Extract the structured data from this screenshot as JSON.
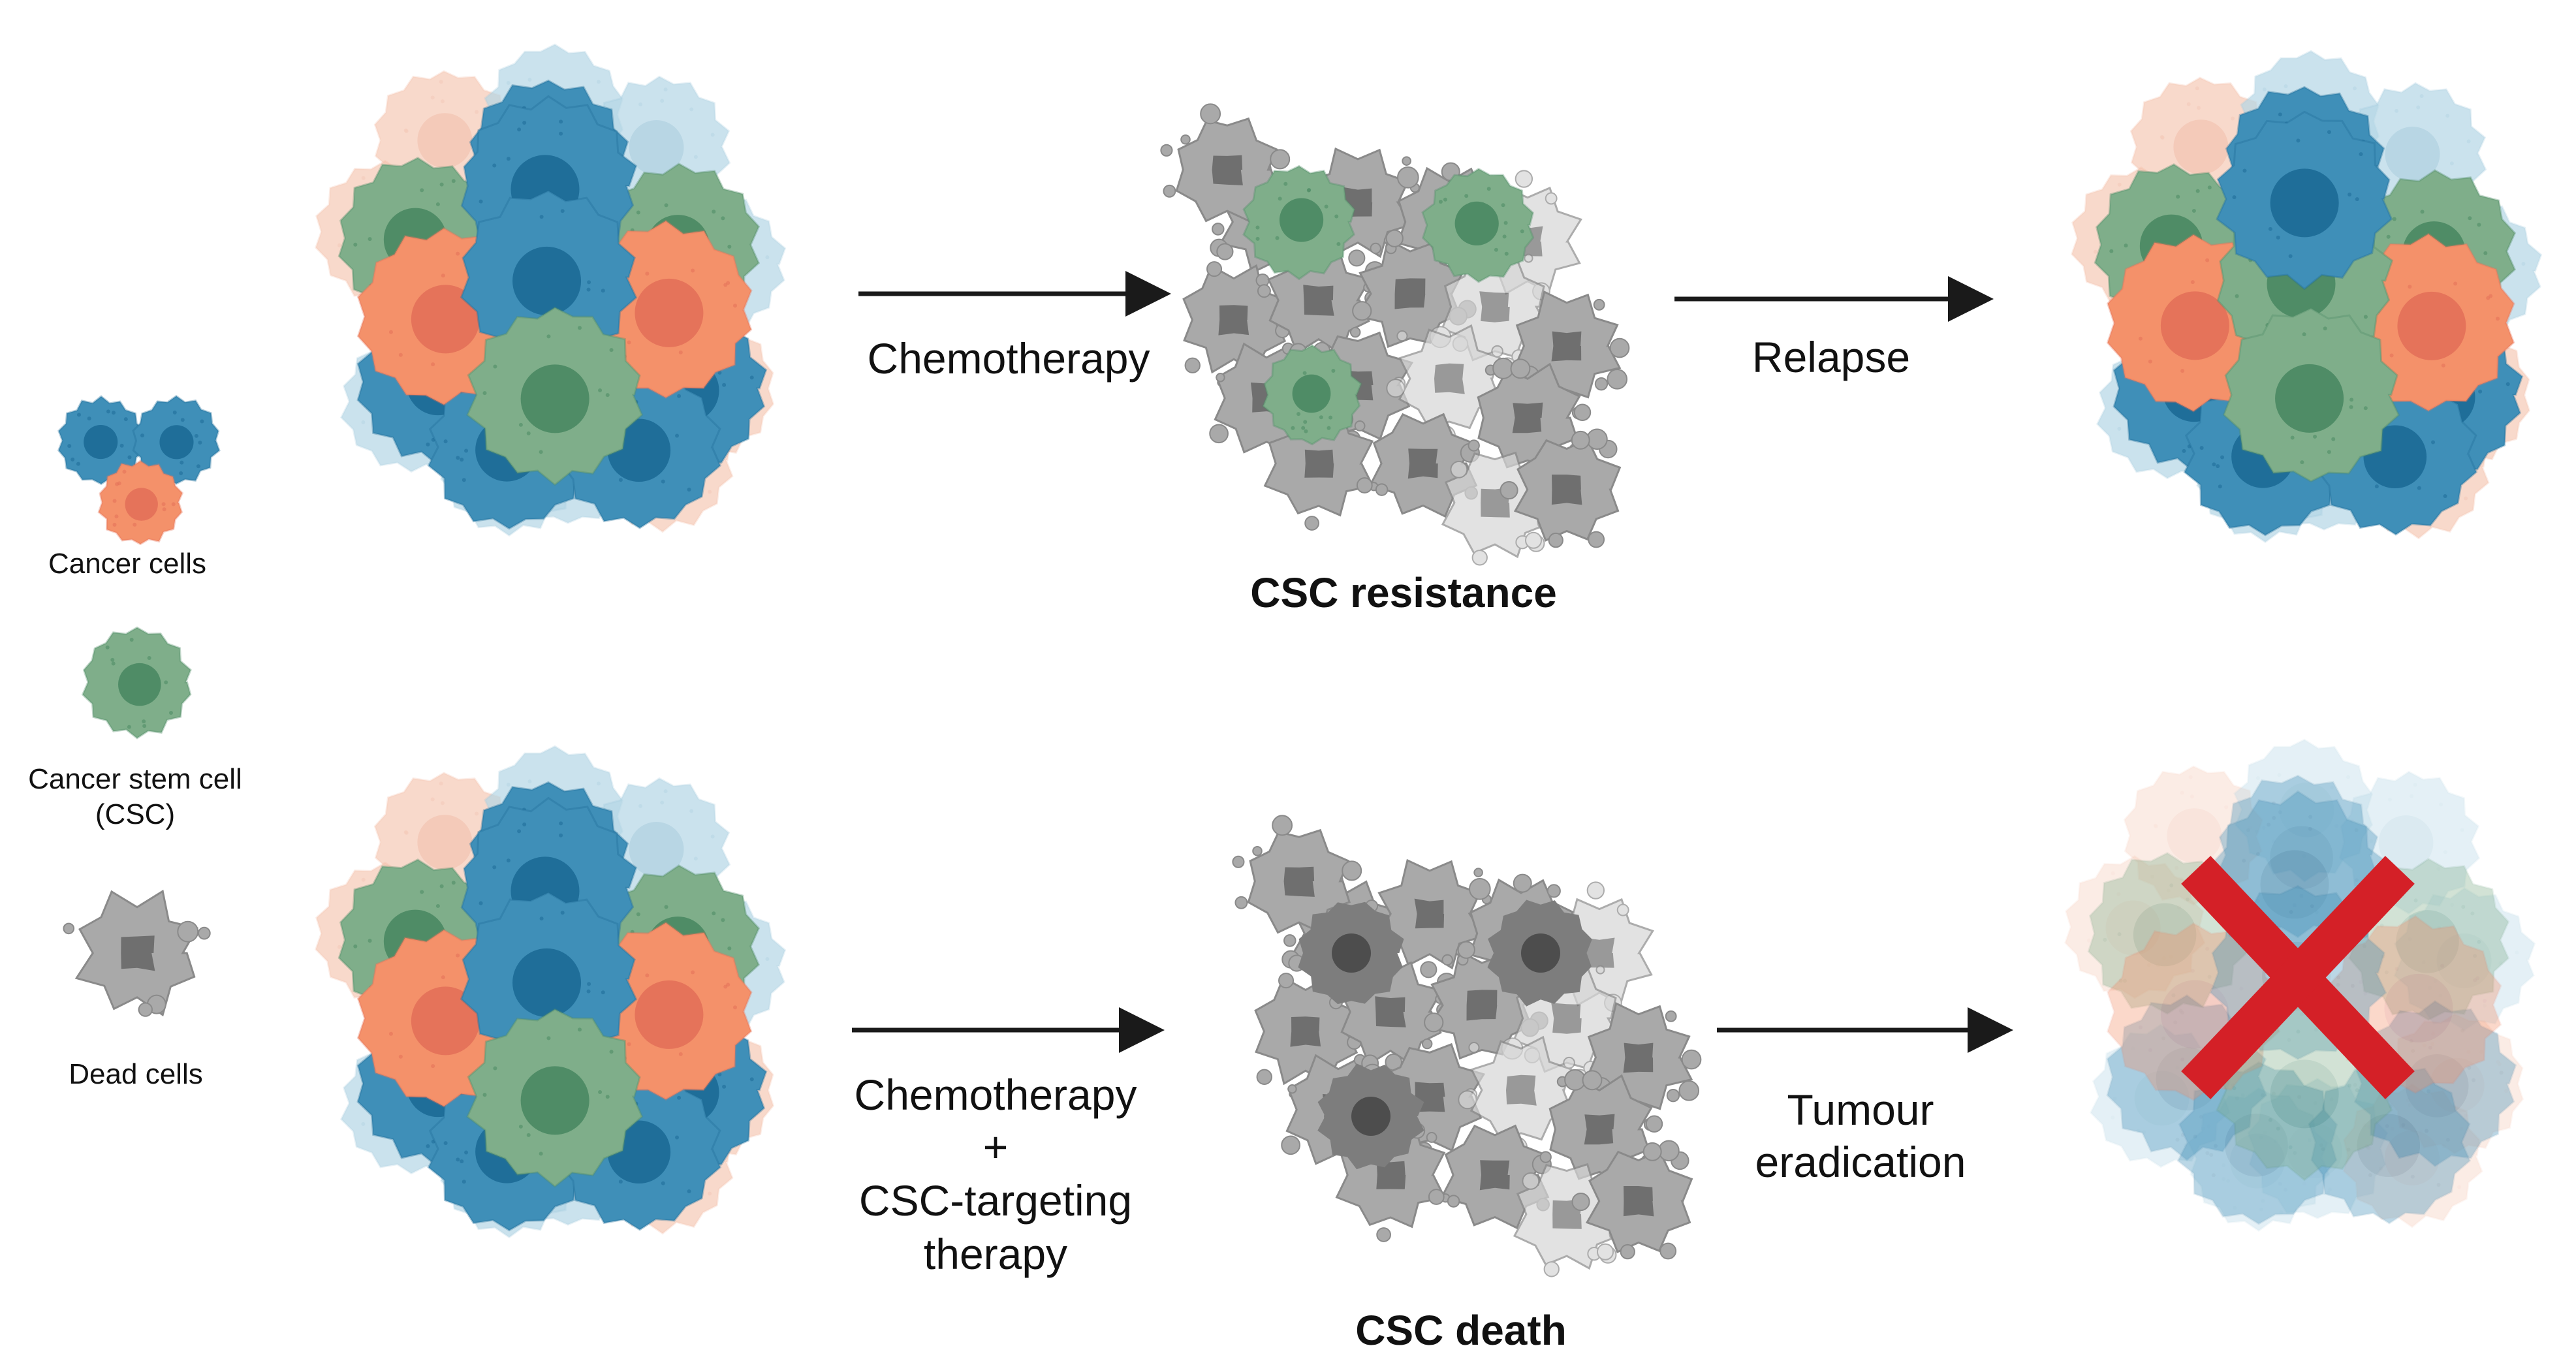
{
  "legend": {
    "cancer_cells": "Cancer cells",
    "csc_line1": "Cancer stem cell",
    "csc_line2": "(CSC)",
    "dead_cells": "Dead cells"
  },
  "top_row": {
    "arrow1_label": "Chemotherapy",
    "middle_caption": "CSC resistance",
    "arrow2_label": "Relapse"
  },
  "bottom_row": {
    "arrow1_line1": "Chemotherapy",
    "arrow1_line2": "+",
    "arrow1_line3": "CSC-targeting",
    "arrow1_line4": "therapy",
    "middle_caption": "CSC death",
    "arrow2_line1": "Tumour",
    "arrow2_line2": "eradication"
  },
  "colors": {
    "blue": "#3f8fb8",
    "blue_nucleus": "#1f6e99",
    "orange": "#f4916a",
    "orange_nucleus": "#e5735a",
    "green": "#7fae8a",
    "green_nucleus": "#4f8c66",
    "dead_grey": "#a9a9a9",
    "dead_dark": "#6f6f6f",
    "cross_red": "#d42027",
    "arrow": "#1a1a1a"
  },
  "icons": [
    "cancer-cell-icon",
    "cancer-stem-cell-icon",
    "dead-cell-icon",
    "red-x-icon",
    "right-arrow-icon"
  ]
}
